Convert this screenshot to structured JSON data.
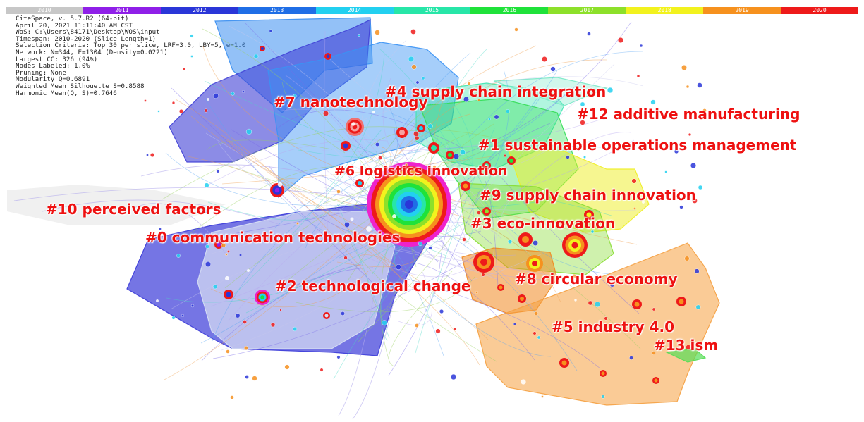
{
  "timeline": {
    "years": [
      {
        "label": "2010",
        "color": "#c7c7c7"
      },
      {
        "label": "2011",
        "color": "#8f1fe8"
      },
      {
        "label": "2012",
        "color": "#2a36d8"
      },
      {
        "label": "2013",
        "color": "#1f6ee6"
      },
      {
        "label": "2014",
        "color": "#22d0f0"
      },
      {
        "label": "2015",
        "color": "#27e6a8"
      },
      {
        "label": "2016",
        "color": "#1fe23a"
      },
      {
        "label": "2017",
        "color": "#8de02a"
      },
      {
        "label": "2018",
        "color": "#f2f21e"
      },
      {
        "label": "2019",
        "color": "#f6911e"
      },
      {
        "label": "2020",
        "color": "#ee1a1a"
      }
    ]
  },
  "info": {
    "lines": [
      "CiteSpace, v. 5.7.R2 (64-bit)",
      "April 20, 2021 11:11:40 AM CST",
      "WoS: C:\\Users\\84171\\Desktop\\WOS\\input",
      "Timespan: 2010-2020 (Slice Length=1)",
      "Selection Criteria: Top 30 per slice, LRF=3.0, LBY=5, e=1.0",
      "Network: N=344, E=1304 (Density=0.0221)",
      "Largest CC: 326 (94%)",
      "Nodes Labeled: 1.0%",
      "Pruning: None",
      "Modularity Q=0.6891",
      "Weighted Mean Silhouette S=0.8588",
      "Harmonic Mean(Q, S)=0.7646"
    ]
  },
  "clusters": [
    {
      "label": "#4 supply chain integration",
      "color": "#ee1111"
    },
    {
      "label": "#7 nanotechnology",
      "color": "#ee1111"
    },
    {
      "label": "#12 additive manufacturing",
      "color": "#ee1111"
    },
    {
      "label": "#1 sustainable operations management",
      "color": "#ee1111"
    },
    {
      "label": "#6 logistics innovation",
      "color": "#ee1111"
    },
    {
      "label": "#9 supply chain innovation",
      "color": "#ee1111"
    },
    {
      "label": "#10 perceived factors",
      "color": "#ee1111"
    },
    {
      "label": "#3 eco-innovation",
      "color": "#ee1111"
    },
    {
      "label": "#0 communication technologies",
      "color": "#ee1111"
    },
    {
      "label": "#8 circular economy",
      "color": "#ee1111"
    },
    {
      "label": "#2 technological change",
      "color": "#ee1111"
    },
    {
      "label": "#5 industry 4.0",
      "color": "#ee1111"
    },
    {
      "label": "#13 ism",
      "color": "#ee1111"
    }
  ]
}
